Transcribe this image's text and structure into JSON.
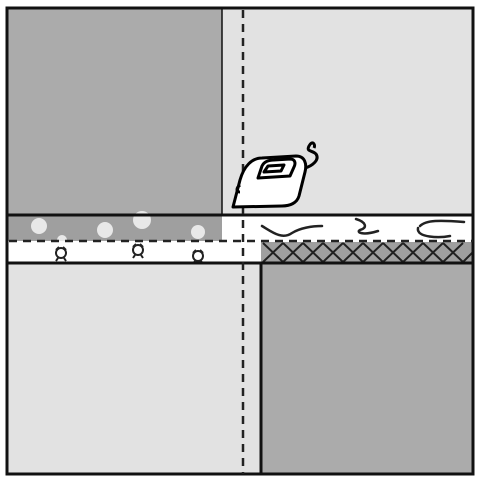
{
  "diagram": {
    "colors": {
      "background": "#ffffff",
      "outline": "#111111",
      "dark_fabric": "#ababab",
      "light_fabric": "#e2e2e2",
      "strip_band": "#9f9f9f",
      "dot": "#e8e8e8",
      "print_mark": "#222222",
      "iron_body": "#ffffff",
      "iron_outline": "#000000"
    },
    "quadrants": [
      {
        "name": "quadrant-top-left",
        "tone": "dark_fabric"
      },
      {
        "name": "quadrant-top-right",
        "tone": "light_fabric"
      },
      {
        "name": "quadrant-bottom-left",
        "tone": "light_fabric"
      },
      {
        "name": "quadrant-bottom-right",
        "tone": "dark_fabric"
      }
    ],
    "icons": {
      "iron": "iron-icon"
    }
  }
}
